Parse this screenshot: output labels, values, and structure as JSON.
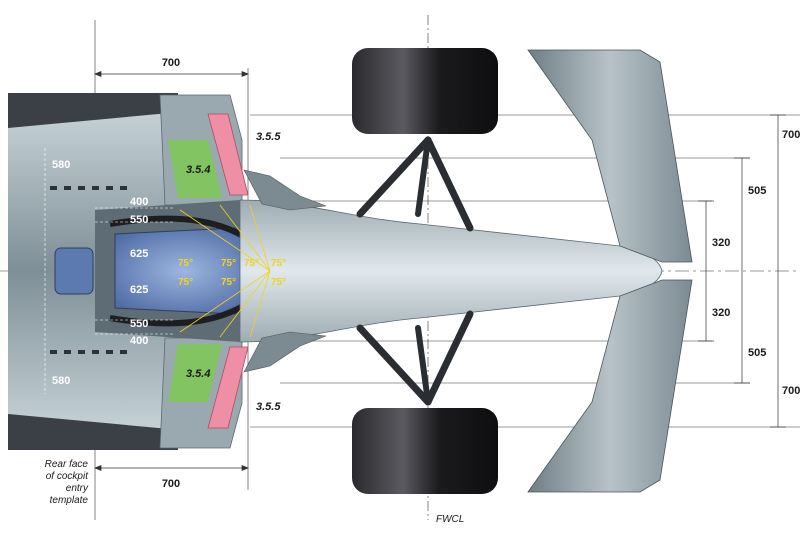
{
  "colors": {
    "body": "#8b9aa1",
    "body_dark": "#5b6a72",
    "body_light": "#b9c6cc",
    "sidepod": "#3d4348",
    "cockpit": "#6f8fc2",
    "green_zone": "#7fc65a",
    "pink_zone": "#ee8fa5",
    "tyre": "#1e1e22",
    "suspension": "#2a2d31",
    "angle_lines": "#f2d21e"
  },
  "labels": {
    "top_700": "700",
    "bottom_700": "700",
    "w580_top": "580",
    "w580_bottom": "580",
    "w400_top": "400",
    "w400_bottom": "400",
    "w550_top": "550",
    "w550_bottom": "550",
    "w625_top": "625",
    "w625_bottom": "625",
    "ref_354_top": "3.5.4",
    "ref_354_bottom": "3.5.4",
    "ref_355_top": "3.5.5",
    "ref_355_bottom": "3.5.5",
    "right_700_top": "700",
    "right_505_top": "505",
    "right_320_top": "320",
    "right_320_bottom": "320",
    "right_505_bottom": "505",
    "right_700_bottom": "700",
    "rear_face_line1": "Rear face",
    "rear_face_line2": "of cockpit",
    "rear_face_line3": "entry",
    "rear_face_line4": "template",
    "fwcl": "FWCL"
  },
  "angles": [
    "75°",
    "75°",
    "75°",
    "75°",
    "75°",
    "75°",
    "75°"
  ]
}
